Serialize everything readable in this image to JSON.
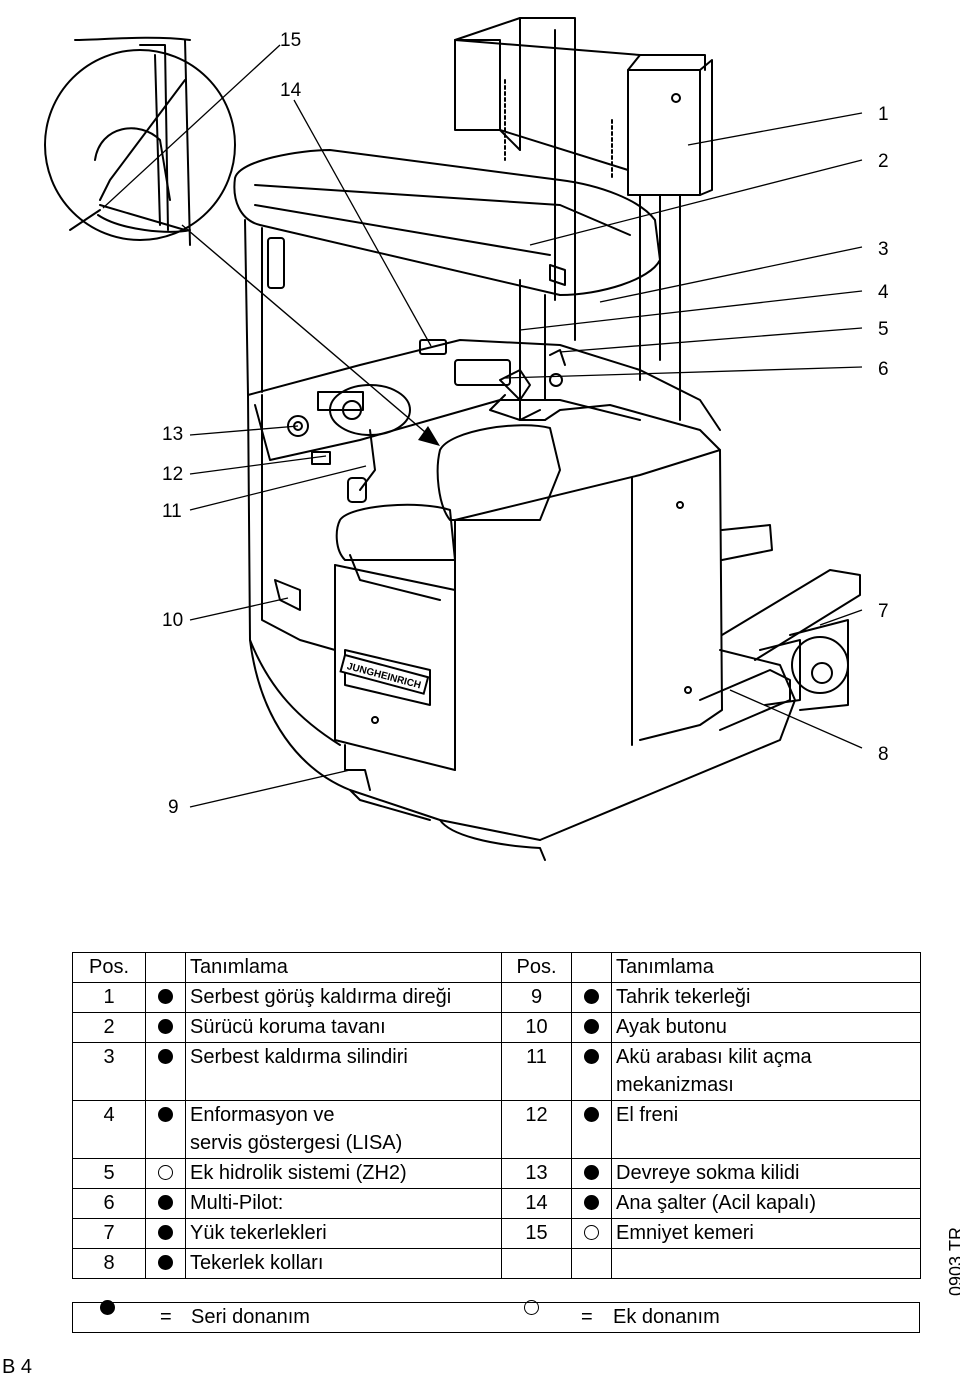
{
  "figure": {
    "callouts": [
      "1",
      "2",
      "3",
      "4",
      "5",
      "6",
      "7",
      "8",
      "9",
      "10",
      "11",
      "12",
      "13",
      "14",
      "15"
    ],
    "brand_label": "JUNGHEINRICH"
  },
  "table": {
    "headers": {
      "pos": "Pos.",
      "desc": "Tanımlama"
    },
    "rows": [
      {
        "left": {
          "pos": "1",
          "type": "filled",
          "desc": "Serbest görüş kaldırma direği"
        },
        "right": {
          "pos": "9",
          "type": "filled",
          "desc": "Tahrik tekerleği"
        }
      },
      {
        "left": {
          "pos": "2",
          "type": "filled",
          "desc": "Sürücü koruma tavanı"
        },
        "right": {
          "pos": "10",
          "type": "filled",
          "desc": "Ayak butonu"
        }
      },
      {
        "left": {
          "pos": "3",
          "type": "filled",
          "desc": "Serbest kaldırma silindiri"
        },
        "right": {
          "pos": "11",
          "type": "filled",
          "desc": "Akü arabası kilit açma\nmekanizması"
        }
      },
      {
        "left": {
          "pos": "4",
          "type": "filled",
          "desc": "Enformasyon ve\nservis göstergesi (LISA)"
        },
        "right": {
          "pos": "12",
          "type": "filled",
          "desc": "El freni"
        }
      },
      {
        "left": {
          "pos": "5",
          "type": "empty",
          "desc": "Ek hidrolik sistemi (ZH2)"
        },
        "right": {
          "pos": "13",
          "type": "filled",
          "desc": "Devreye sokma kilidi"
        }
      },
      {
        "left": {
          "pos": "6",
          "type": "filled",
          "desc": "Multi-Pilot:"
        },
        "right": {
          "pos": "14",
          "type": "filled",
          "desc": "Ana şalter (Acil kapalı)"
        }
      },
      {
        "left": {
          "pos": "7",
          "type": "filled",
          "desc": "Yük tekerlekleri"
        },
        "right": {
          "pos": "15",
          "type": "empty",
          "desc": "Emniyet kemeri"
        }
      },
      {
        "left": {
          "pos": "8",
          "type": "filled",
          "desc": "Tekerlek kolları"
        },
        "right": {
          "pos": "",
          "type": "none",
          "desc": ""
        }
      }
    ]
  },
  "legend": {
    "equals": "=",
    "standard": "Seri donanım",
    "optional": "Ek donanım"
  },
  "doc_code": "0903.TR",
  "page_number": "B 4"
}
